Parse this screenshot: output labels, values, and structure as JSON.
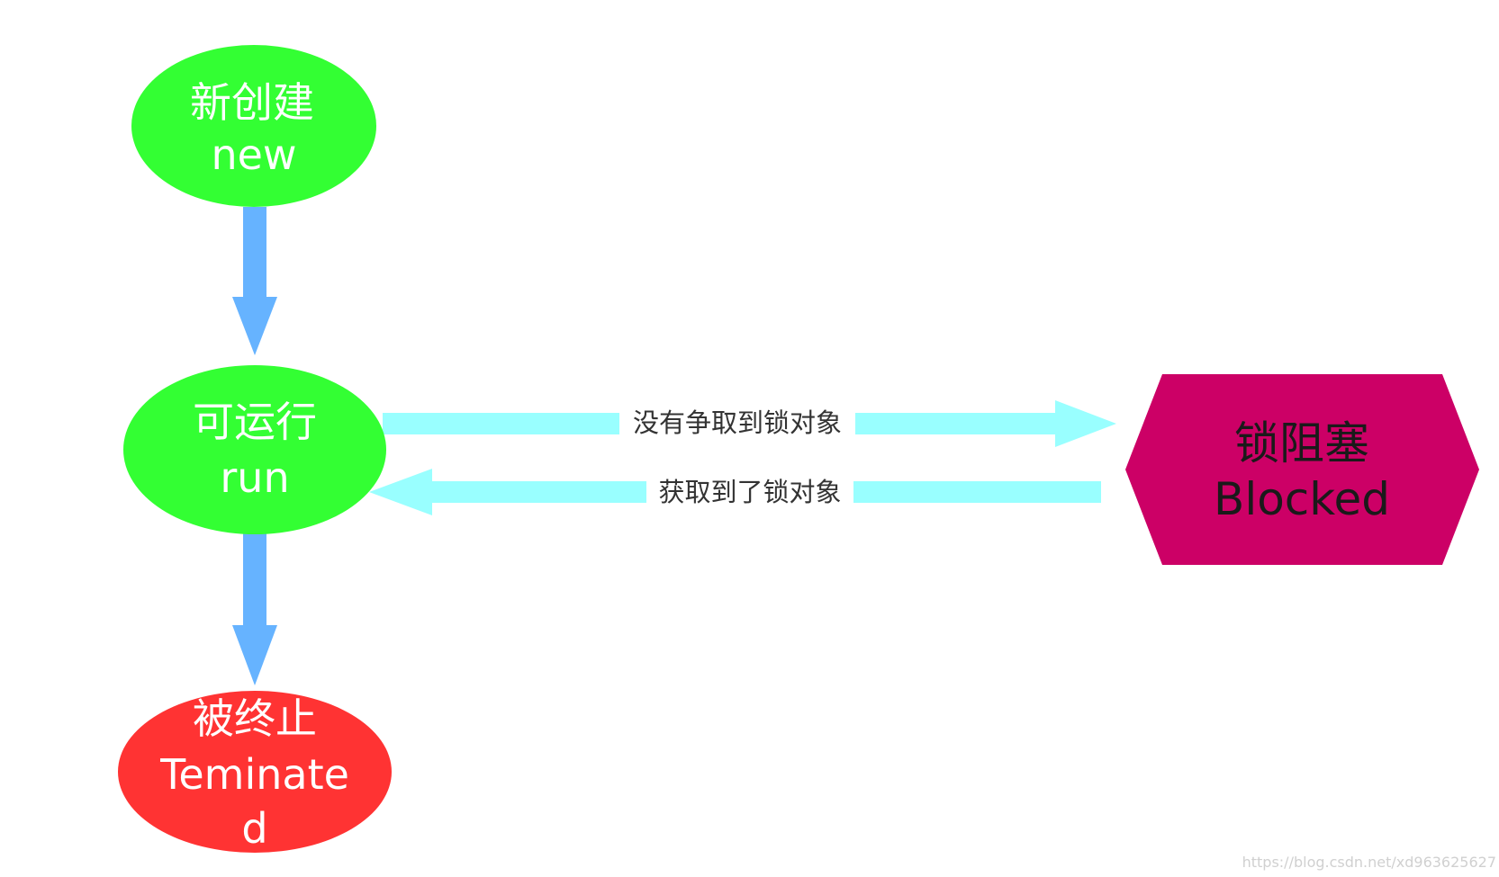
{
  "colors": {
    "state_green": "#33ff33",
    "state_red": "#ff3333",
    "state_blocked": "#cc0066",
    "arrow_blue": "#66b3ff",
    "arrow_cyan": "#99ffff"
  },
  "nodes": {
    "new": {
      "line1": "新创建",
      "line2": "new"
    },
    "runnable": {
      "line1": "可运行",
      "line2": "run"
    },
    "terminated": {
      "line1": "被终止",
      "line2": "Teminate",
      "line3": "d"
    },
    "blocked": {
      "line1": "锁阻塞",
      "line2": "Blocked"
    }
  },
  "edges": {
    "to_blocked": {
      "label": "没有争取到锁对象"
    },
    "to_runnable": {
      "label": "获取到了锁对象"
    }
  },
  "watermark": "https://blog.csdn.net/xd963625627"
}
